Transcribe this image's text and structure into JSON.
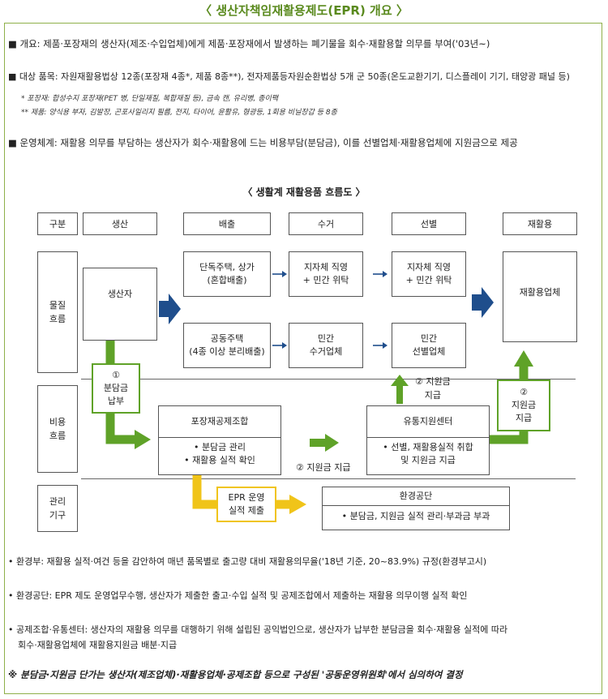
{
  "title": "〈 생산자책임재활용제도(EPR) 개요 〉",
  "intro": {
    "overview": "■ 개요: 제품·포장재의 생산자(제조·수입업체)에게 제품·포장재에서 발생하는 폐기물을 회수·재활용할 의무를 부여('03년~)",
    "items": "■ 대상 품목: 자원재활용법상 12종(포장재 4종*, 제품 8종**), 전자제품등자원순환법상 5개 군 50종(온도교환기기, 디스플레이 기기, 태양광 패널 등)",
    "note1": "* 포장재: 합성수지 포장재(PET 병, 단일재질, 복합재질 등), 금속 캔, 유리병, 종이팩",
    "note2": "** 제품: 양식용 부자, 김발장, 곤포사일리지 필름, 전지, 타이어, 윤활유, 형광등, 1회용 비닐장갑 등 8종",
    "system": "■ 운영체계: 재활용 의무를 부담하는 생산자가 회수·재활용에 드는 비용부담(분담금), 이를 선별업체·재활용업체에 지원금으로 제공"
  },
  "diagram": {
    "title": "〈 생활계 재활용품 흐름도 〉",
    "headers": [
      "구분",
      "생산",
      "배출",
      "수거",
      "선별",
      "재활용"
    ],
    "rows": {
      "material": [
        "물질",
        "흐름"
      ],
      "cost": [
        "비용",
        "흐름"
      ],
      "org": [
        "관리",
        "기구"
      ]
    },
    "producer": "생산자",
    "disch1": [
      "단독주택, 상가",
      "(혼합배출)"
    ],
    "disch2": [
      "공동주택",
      "(4종 이상 분리배출)"
    ],
    "collect1": [
      "지자체 직영",
      "+ 민간 위탁"
    ],
    "collect2": [
      "민간",
      "수거업체"
    ],
    "sort1": [
      "지자체 직영",
      "+ 민간 위탁"
    ],
    "sort2": [
      "민간",
      "선별업체"
    ],
    "recycler": "재활용업체",
    "step1": [
      "①",
      "분담금",
      "납부"
    ],
    "union": {
      "name": "포장재공제조합",
      "tasks": [
        "• 분담금 관리",
        "• 재활용 실적 확인"
      ]
    },
    "subsidy2a": "② 지원금 지급",
    "subsidy2b": [
      "② 지원금",
      "지급"
    ],
    "subsidy2c": [
      "②",
      "지원금",
      "지급"
    ],
    "center": {
      "name": "유통지원센터",
      "tasks": [
        "• 선별, 재활용실적 취합",
        "및 지원금 지급"
      ]
    },
    "epr": [
      "EPR 운영",
      "실적 제출"
    ],
    "env": {
      "name": "환경공단",
      "tasks": "• 분담금, 지원금 실적 관리·부과금 부과"
    }
  },
  "bottom": {
    "b1": "• 환경부: 재활용 실적·여건 등을 감안하여 매년 품목별로 출고량 대비 재활용의무율('18년 기준, 20~83.9%) 규정(환경부고시)",
    "b2": "• 환경공단: EPR 제도 운영업무수행, 생산자가 제출한 출고·수입 실적 및 공제조합에서 제출하는 재활용 의무이행 실적 확인",
    "b3a": "• 공제조합·유통센터: 생산자의 재활용 의무를 대행하기 위해 설립된 공익법인으로, 생산자가 납부한 분담금을 회수·재활용 실적에 따라",
    "b3b": "회수·재활용업체에 재활용지원금 배분·지급",
    "footer": "※ 분담금·지원금 단가는 생산자(제조업체)·재활용업체·공제조합 등으로 구성된 '공동운영위원회'에서 심의하여 결정"
  },
  "colors": {
    "green": "#5fa228",
    "yellow": "#f0c419",
    "blue": "#1f4e8c",
    "border": "#8fb04a"
  }
}
